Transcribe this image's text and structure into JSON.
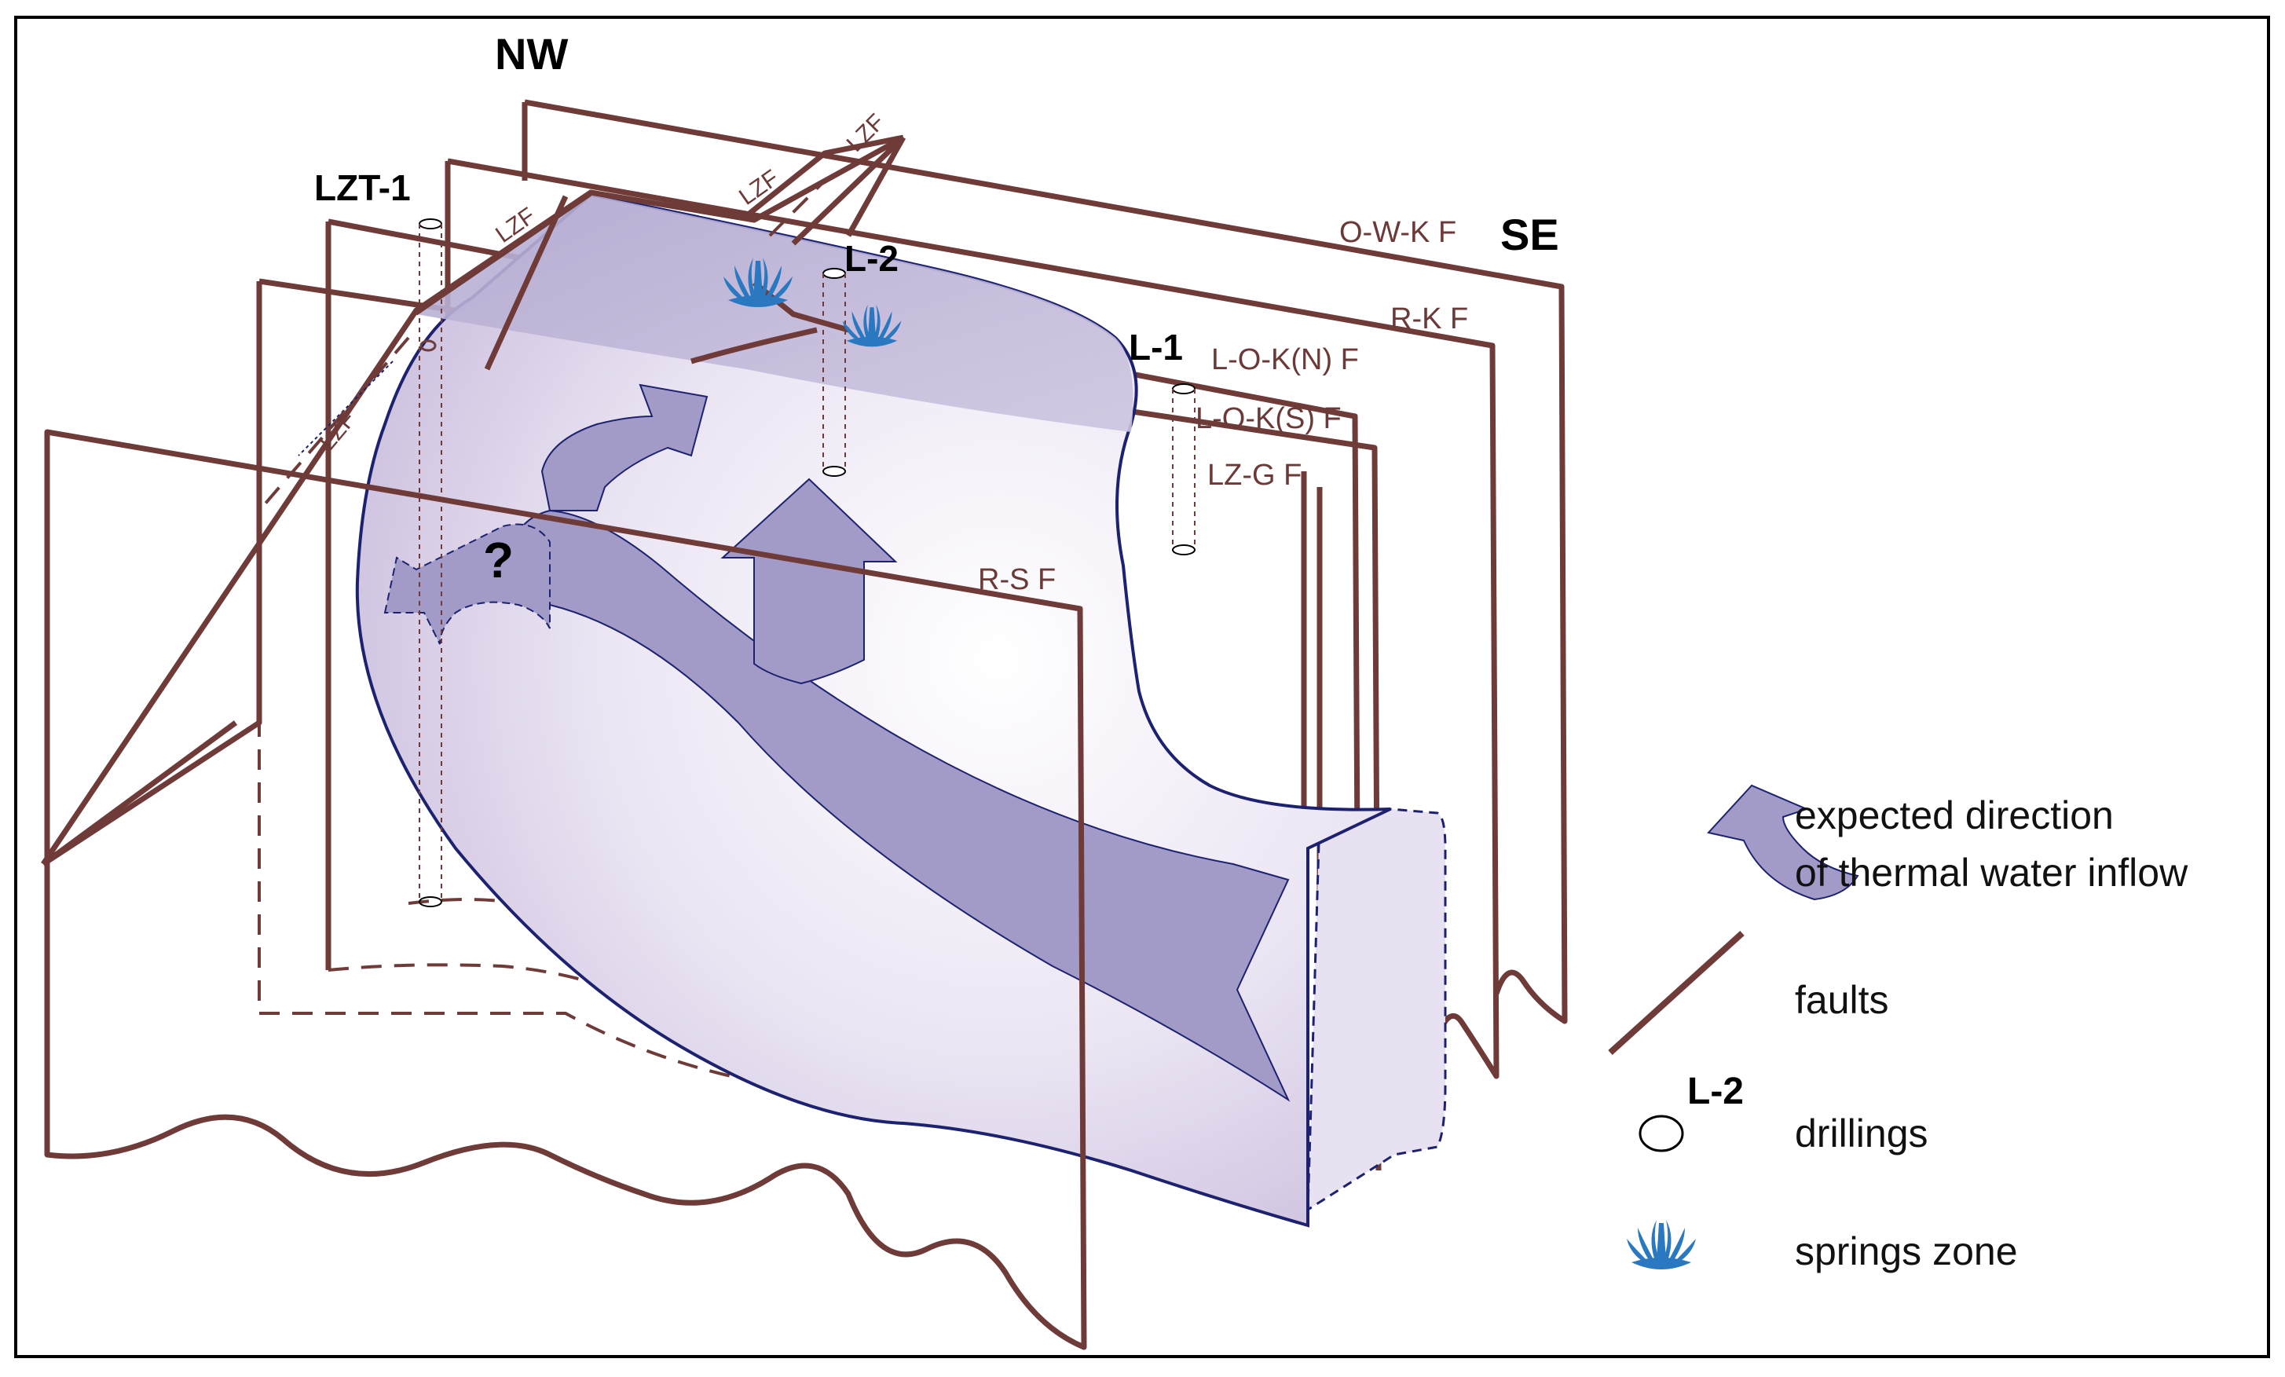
{
  "orientation": {
    "nw": "NW",
    "se": "SE"
  },
  "wells": {
    "lzt1": "LZT-1",
    "l1": "L-1",
    "l2": "L-2"
  },
  "faults": {
    "owk": "O-W-K F",
    "rk": "R-K F",
    "lokn": "L-O-K(N) F",
    "loks": "L-O-K(S) F",
    "lzg": "LZ-G F",
    "rs": "R-S F",
    "lzf": "LZF"
  },
  "question_mark": "?",
  "legend": {
    "inflow_line1": "expected direction",
    "inflow_line2": "of thermal water inflow",
    "faults": "faults",
    "drill_label": "L-2",
    "drillings": "drillings",
    "springs": "springs zone"
  },
  "colors": {
    "fault": "#6e3b38",
    "body_fill": "#e6dff0",
    "body_outline": "#1c2270",
    "arrow_fill": "#9e97c4",
    "spring": "#2a78c0"
  },
  "icons": {
    "spring": "spring-icon",
    "drill": "drill-icon"
  }
}
